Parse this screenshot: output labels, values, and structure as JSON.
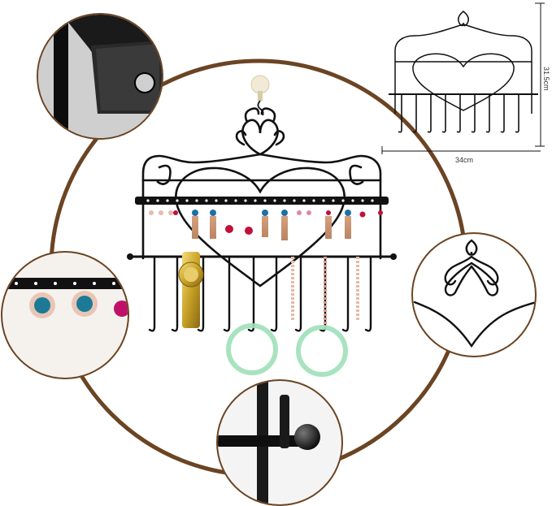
{
  "image": {
    "width": 679,
    "height": 623,
    "background": "#ffffff"
  },
  "dimensions": {
    "height_label": "31.5cm",
    "width_label": "34cm"
  },
  "colors": {
    "frame": "#111111",
    "ring_brown": "#6b4423",
    "bangle_green": "#9fe0b8",
    "watch_gold": "#c9a227",
    "crystal_blue": "#1f6fa8",
    "crystal_red": "#c0103a"
  },
  "icons": [
    "suction-hook-icon",
    "dimension-arrow-icon"
  ]
}
